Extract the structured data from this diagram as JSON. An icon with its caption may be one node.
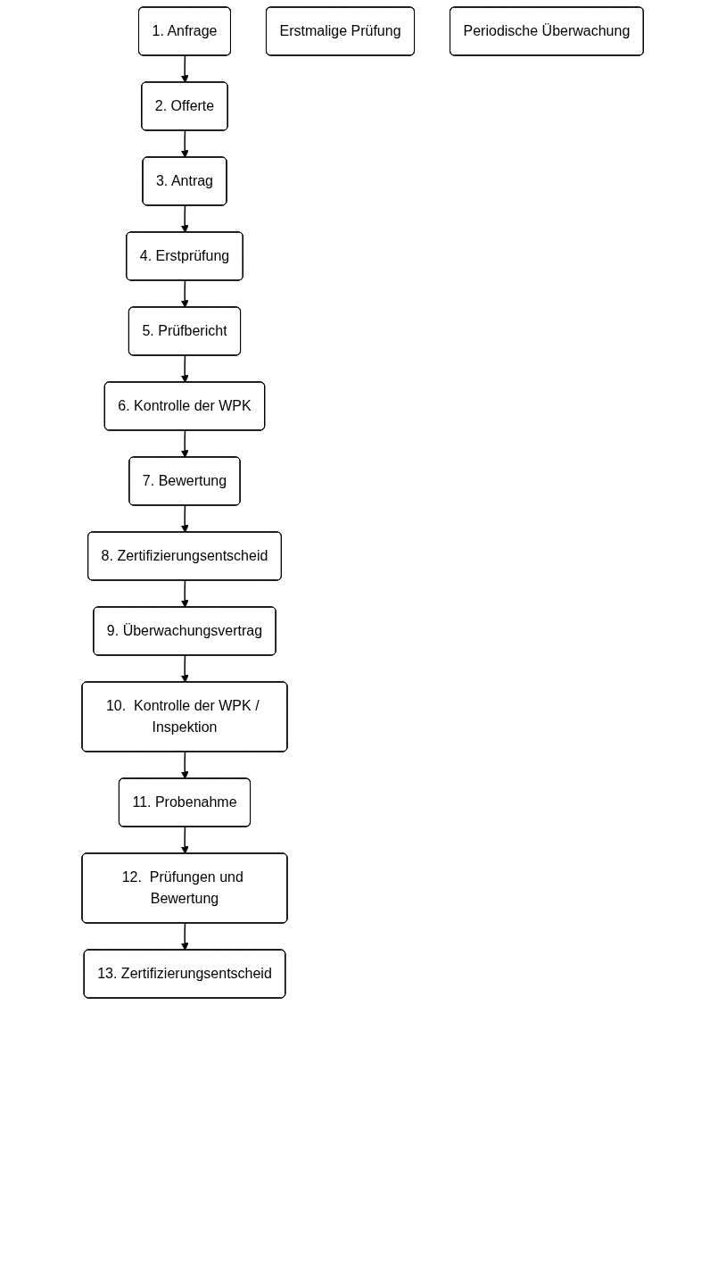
{
  "diagram": {
    "nodes": [
      {
        "text": [
          "1.  Anfrage"
        ]
      },
      {
        "text": [
          "2.  Offerte"
        ]
      },
      {
        "text": [
          "3.  Antrag"
        ]
      },
      {
        "text": [
          "4.  Erstprüfung"
        ]
      },
      {
        "text": [
          "5.  Prüfbericht"
        ]
      },
      {
        "text": [
          "6.  Kontrolle der WPK"
        ]
      },
      {
        "text": [
          "7.  Bewertung"
        ]
      },
      {
        "text": [
          "8.  Zertifizierungsentscheid"
        ]
      },
      {
        "text": [
          "9.  Überwachungsvertrag"
        ]
      },
      {
        "text": [
          "10.  Kontrolle der WPK / Inspektion"
        ]
      },
      {
        "text": [
          "11.  Probenahme"
        ]
      },
      {
        "text": [
          "12.  Prüfungen und Bewertung"
        ]
      },
      {
        "text": [
          "13.  Zertifizierungsentscheid"
        ]
      },
      {
        "text": [
          "Erstmalige Prüfung"
        ]
      },
      {
        "text": [
          "Periodische Überwachung"
        ]
      }
    ],
    "edges": [
      {
        "from": 0,
        "to": 1,
        "arrow": "to"
      },
      {
        "from": 1,
        "to": 2,
        "arrow": "to"
      },
      {
        "from": 2,
        "to": 3,
        "arrow": "to"
      },
      {
        "from": 3,
        "to": 4,
        "arrow": "to"
      },
      {
        "from": 4,
        "to": 5,
        "arrow": "to"
      },
      {
        "from": 5,
        "to": 6,
        "arrow": "to"
      },
      {
        "from": 6,
        "to": 7,
        "arrow": "to"
      },
      {
        "from": 7,
        "to": 8,
        "arrow": "to"
      },
      {
        "from": 8,
        "to": 9,
        "arrow": "to"
      },
      {
        "from": 9,
        "to": 10,
        "arrow": "to"
      },
      {
        "from": 10,
        "to": 11,
        "arrow": "to"
      },
      {
        "from": 11,
        "to": 12,
        "arrow": "to"
      }
    ]
  }
}
